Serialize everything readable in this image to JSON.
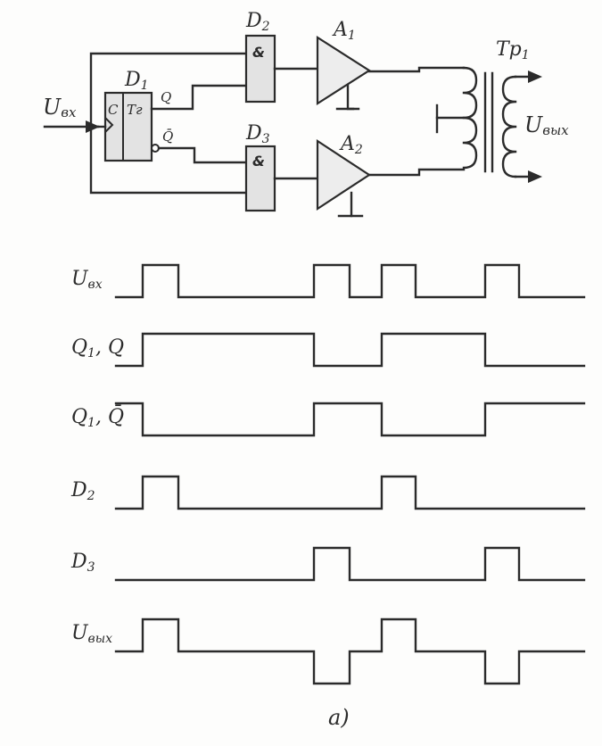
{
  "circuit": {
    "input_label": "U",
    "input_sub": "вх",
    "output_label": "U",
    "output_sub": "вых",
    "trigger": {
      "name": "D",
      "sub": "1",
      "clock": "C",
      "type": "Tг"
    },
    "q_label": "Q",
    "qbar_label": "Q̄",
    "gate_top": {
      "name": "D",
      "sub": "2",
      "symbol": "&"
    },
    "gate_bottom": {
      "name": "D",
      "sub": "3",
      "symbol": "&"
    },
    "amp_top": {
      "name": "A",
      "sub": "1"
    },
    "amp_bottom": {
      "name": "A",
      "sub": "2"
    },
    "transformer": {
      "name": "Tp",
      "sub": "1"
    }
  },
  "timing": {
    "rows": [
      {
        "label": "U",
        "sub": "вх",
        "levels": [
          0,
          1,
          0,
          0,
          1,
          0,
          1,
          0,
          0,
          1,
          0,
          0
        ]
      },
      {
        "label": "Q",
        "sub": "1",
        "suffix": ", Q",
        "levels": [
          0,
          1,
          1,
          1,
          0,
          0,
          1,
          1,
          1,
          0,
          0,
          0
        ]
      },
      {
        "label": "Q",
        "sub": "1",
        "suffix": ", Q̄",
        "levels": [
          1,
          0,
          0,
          0,
          1,
          1,
          0,
          0,
          0,
          1,
          1,
          1
        ]
      },
      {
        "label": "D",
        "sub": "2",
        "suffix": "",
        "levels": [
          0,
          1,
          0,
          0,
          0,
          0,
          1,
          0,
          0,
          0,
          0,
          0
        ]
      },
      {
        "label": "D",
        "sub": "3",
        "suffix": "",
        "levels": [
          0,
          0,
          0,
          0,
          1,
          0,
          0,
          0,
          0,
          1,
          0,
          0
        ]
      },
      {
        "label": "U",
        "sub": "вых",
        "levels": [
          0,
          1,
          0,
          0,
          -1,
          0,
          1,
          0,
          0,
          -1,
          0,
          0
        ]
      }
    ]
  },
  "caption": "а)"
}
